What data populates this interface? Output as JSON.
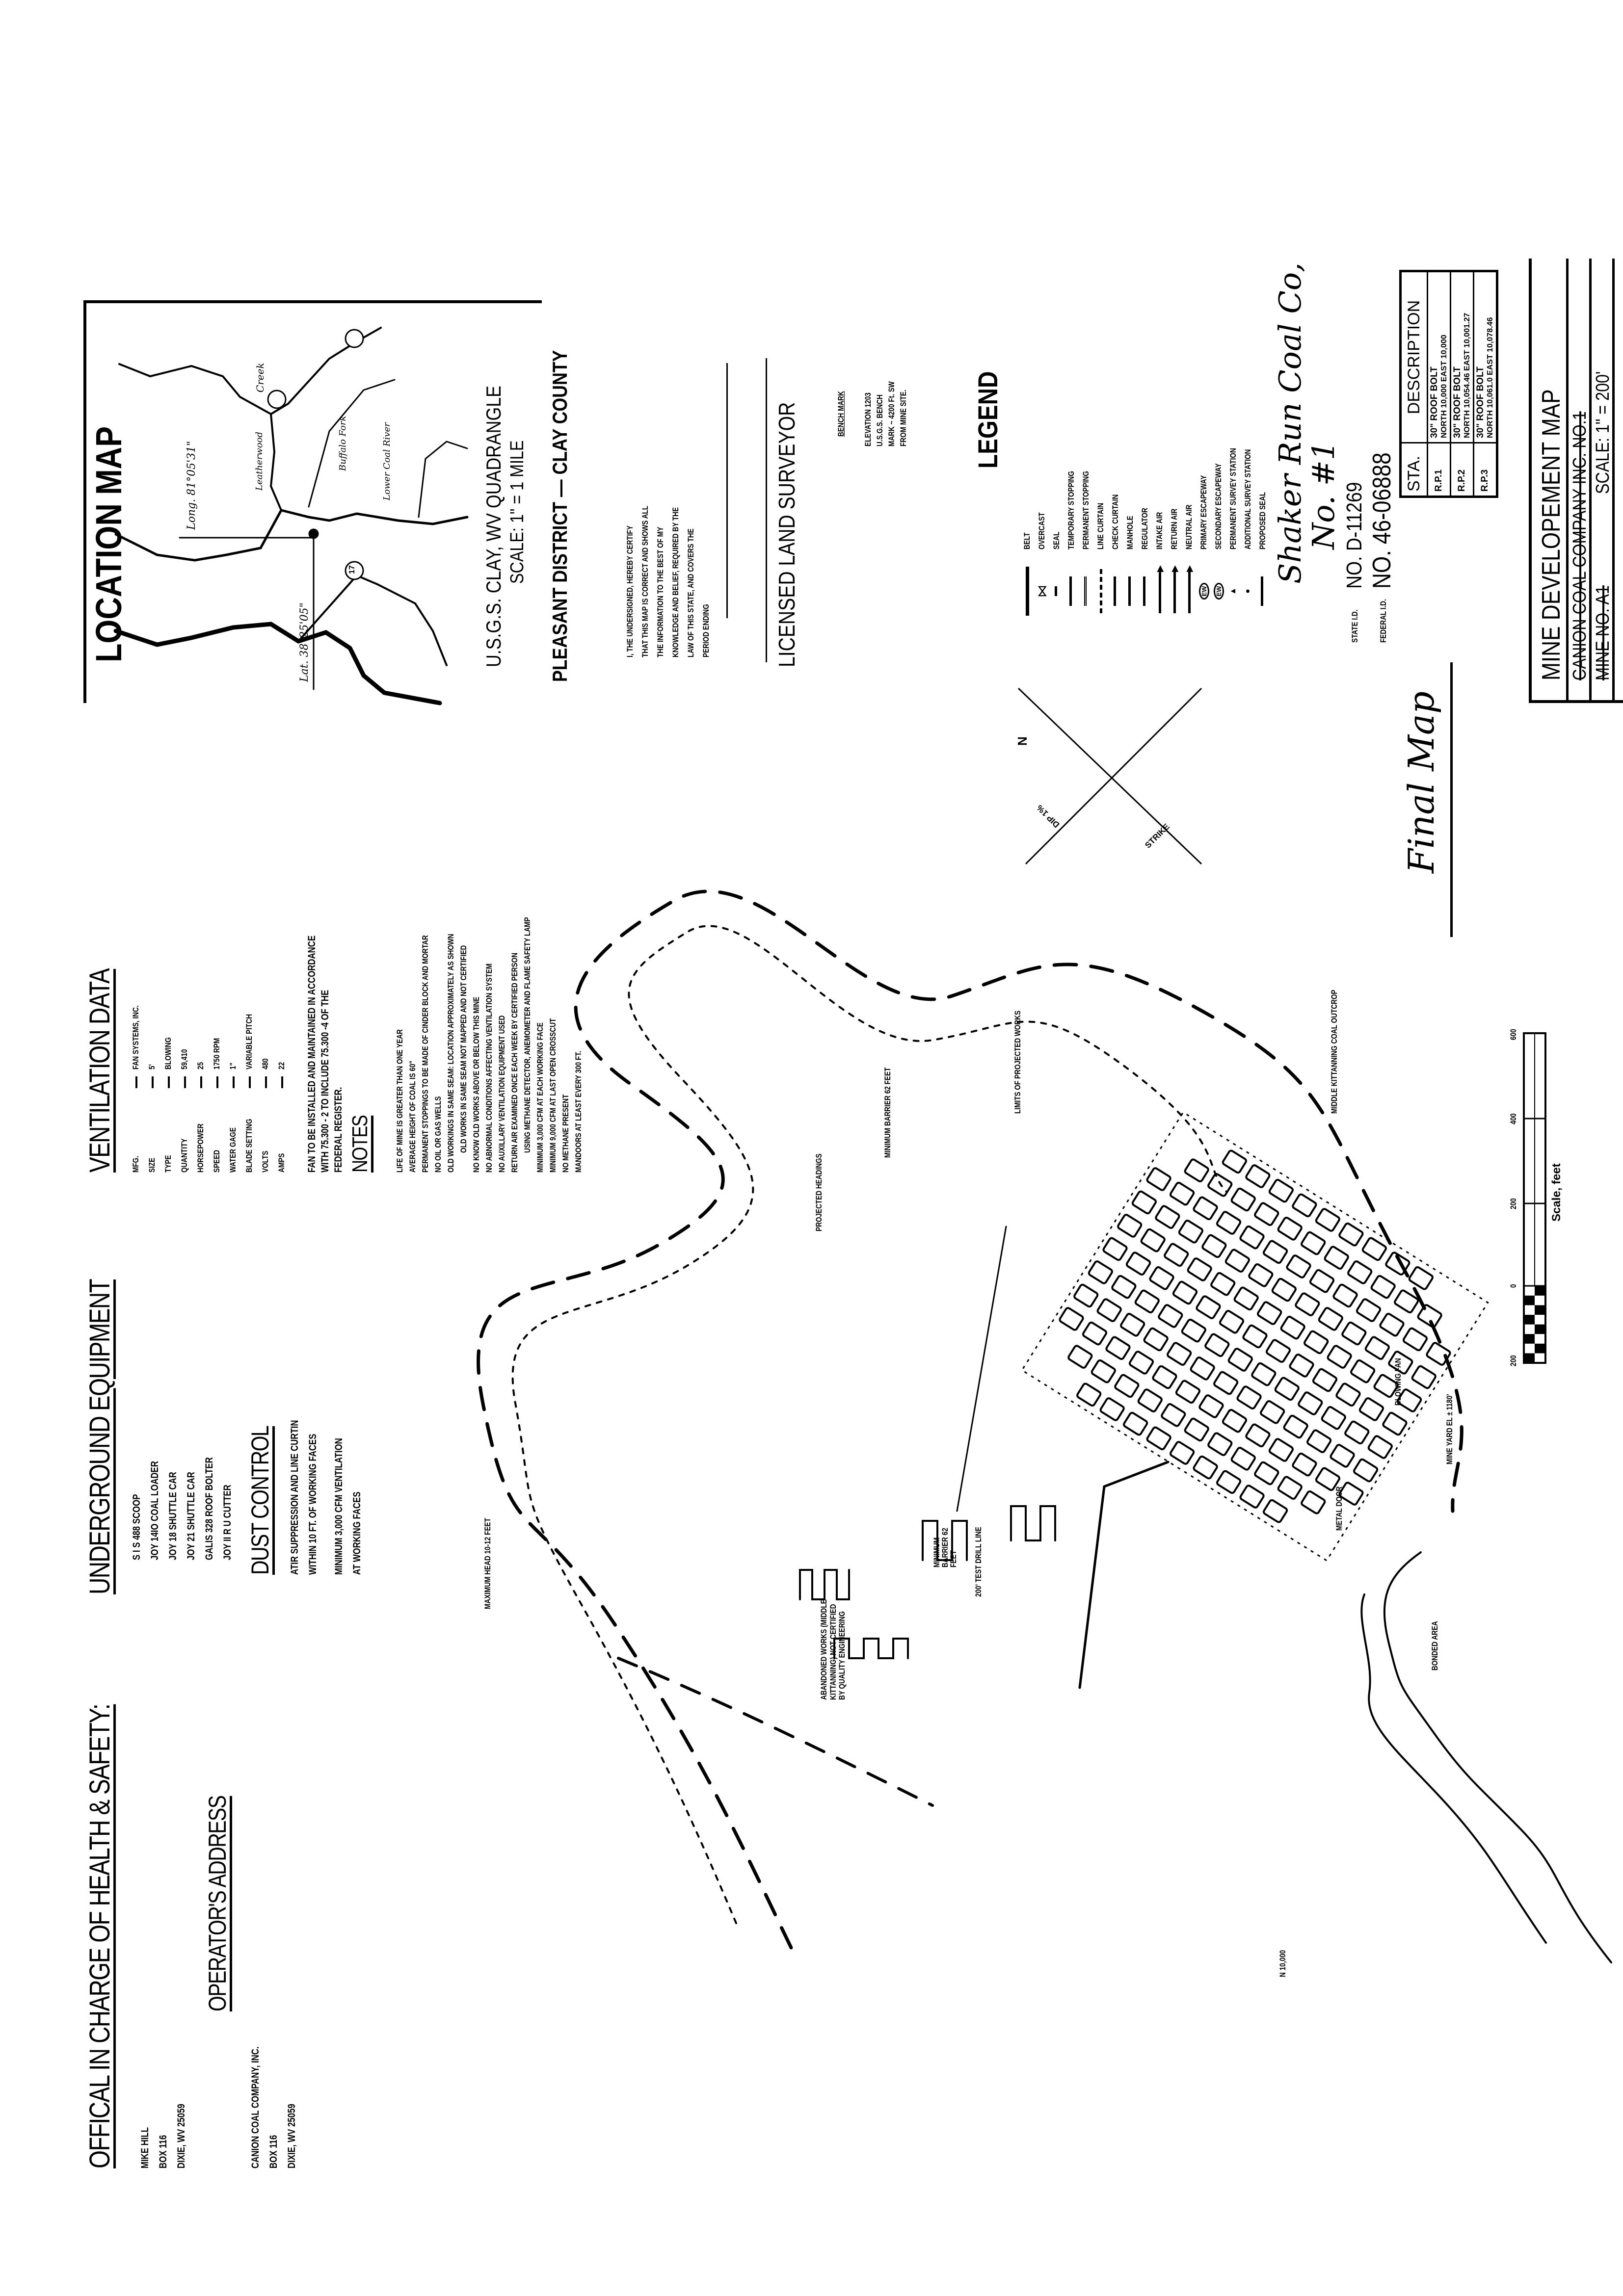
{
  "official": {
    "heading": "OFFICAL IN CHARGE OF HEALTH & SAFETY:",
    "lines": [
      "MIKE HILL",
      "BOX 116",
      "DIXIE, WV 25059"
    ]
  },
  "operator": {
    "heading": "OPERATOR'S ADDRESS",
    "lines": [
      "CANION COAL COMPANY, INC.",
      "BOX 116",
      "DIXIE, WV 25059"
    ]
  },
  "equipment": {
    "heading": "UNDERGROUND EQUIPMENT",
    "items": [
      "S I S 488 SCOOP",
      "JOY 14IO COAL LOADER",
      "JOY 18 SHUTTLE CAR",
      "JOY 21 SHUTTLE CAR",
      "GALIS 328 ROOF BOLTER",
      "JOY II R U CUTTER"
    ]
  },
  "dust_control": {
    "heading": "DUST CONTROL",
    "lines": [
      "ATIR SUPPRESSION AND LINE CURTIN",
      "WITHIN 10 FT. OF WORKING FACES",
      "MINIMUM 3,000 CFM VENTILATION",
      "AT WORKING FACES"
    ]
  },
  "ventilation": {
    "heading": "VENTILATION DATA",
    "rows": [
      {
        "label": "MFG.",
        "value": "FAN SYSTEMS, INC."
      },
      {
        "label": "SIZE",
        "value": "5'"
      },
      {
        "label": "TYPE",
        "value": "BLOWING"
      },
      {
        "label": "QUANTITY",
        "value": "59,410"
      },
      {
        "label": "HORSEPOWER",
        "value": "25"
      },
      {
        "label": "SPEED",
        "value": "1750 RPM"
      },
      {
        "label": "WATER GAGE",
        "value": "1\""
      },
      {
        "label": "BLADE SETTING",
        "value": "VARIABLE PITCH"
      },
      {
        "label": "VOLTS",
        "value": "480"
      },
      {
        "label": "AMPS",
        "value": "22"
      }
    ],
    "fan_note": [
      "FAN TO BE INSTALLED AND MAINTAINED IN ACCORDANCE",
      "WITH 75.300 - 2 TO INCLUDE 75.300 -4 OF THE",
      "FEDERAL REGISTER."
    ]
  },
  "notes": {
    "heading": "NOTES",
    "lines": [
      "LIFE OF MINE IS GREATER THAN ONE YEAR",
      "AVERAGE HEIGHT OF COAL IS 60\"",
      "PERMANENT STOPPINGS TO BE MADE OF CINDER BLOCK AND MORTAR",
      "NO OIL OR GAS WELLS",
      "OLD WORKINGS IN SAME SEAM: LOCATION APPROXIMATELY AS SHOWN",
      "OLD WORKS IN SAME SEAM NOT MAPPED AND NOT CERTIFIED",
      "NO KNOW OLD WORKS ABOVE OR BELOW THIS MINE",
      "NO ABNORMAL CONDITIONS AFFECTING VENTILATION SYSTEM",
      "NO AUXILLARY VENTILATION EQUIPMENT USED",
      "RETURN AIR EXAMINED ONCE EACH WEEK BY CERTIFIED PERSON",
      "USING METHANE DETECTOR, ANEMOMETER AND FLAME SAFETY LAMP",
      "MINIMUM 3,000 CFM AT EACH WORKING FACE",
      "MINIMUM 9,000 CFM AT LAST OPEN CROSSCUT",
      "NO METHANE PRESENT",
      "MANDOORS AT LEAST EVERY 300 FT."
    ]
  },
  "location_map": {
    "heading": "LOCATION MAP",
    "longitude": "Long. 81°05'31\"",
    "latitude": "Lat. 38°25'05\"",
    "route": "17",
    "creeks": [
      "Creek",
      "Leatherwood",
      "Buffalo Fork",
      "Lower Coal River"
    ],
    "quadrangle": "U.S.G.S. CLAY, WV QUADRANGLE",
    "scale": "SCALE: 1\" = 1 MILE",
    "district": "PLEASANT DISTRICT — CLAY COUNTY"
  },
  "certification": {
    "lines": [
      "I, THE UNDERSIGNED, HEREBY CERTIFY",
      "THAT THIS MAP IS CORRECT AND SHOWS ALL",
      "THE INFORMATION TO THE BEST OF MY",
      "KNOWLEDGE AND BELIEF, REQUIRED BY THE",
      "LAW OF THIS STATE, AND COVERS THE",
      "PERIOD ENDING"
    ],
    "surveyor": "LICENSED LAND SURVEYOR"
  },
  "bench_mark": {
    "heading": "BENCH MARK",
    "lines": [
      "ELEVATION 1203",
      "U.S.G.S. BENCH",
      "MARK ~ 4200 Ft. SW",
      "FROM MINE SITE."
    ]
  },
  "legend": {
    "heading": "LEGEND",
    "items": [
      {
        "label": "BELT",
        "icon": "belt-icon"
      },
      {
        "label": "OVERCAST",
        "icon": "overcast-icon"
      },
      {
        "label": "SEAL",
        "icon": "seal-icon"
      },
      {
        "label": "TEMPORARY STOPPING",
        "icon": "temporary-stopping-icon"
      },
      {
        "label": "PERMANENT STOPPING",
        "icon": "permanent-stopping-icon"
      },
      {
        "label": "LINE CURTAIN",
        "icon": "line-curtain-icon"
      },
      {
        "label": "CHECK CURTAIN",
        "icon": "check-curtain-icon"
      },
      {
        "label": "MANHOLE",
        "icon": "manhole-icon"
      },
      {
        "label": "REGULATOR",
        "icon": "regulator-icon"
      },
      {
        "label": "INTAKE AIR",
        "icon": "intake-air-arrow-icon"
      },
      {
        "label": "RETURN AIR",
        "icon": "return-air-arrow-icon"
      },
      {
        "label": "NEUTRAL AIR",
        "icon": "neutral-air-arrow-icon"
      },
      {
        "label": "PRIMARY ESCAPEWAY",
        "icon": "primary-escapeway-icon",
        "symbol": "EW"
      },
      {
        "label": "SECONDARY ESCAPEWAY",
        "icon": "secondary-escapeway-icon",
        "symbol": "EW"
      },
      {
        "label": "PERMANENT SURVEY STATION",
        "icon": "survey-triangle-icon"
      },
      {
        "label": "ADDITIONAL SURVEY STATION",
        "icon": "survey-dot-icon"
      },
      {
        "label": "PROPOSED SEAL",
        "icon": "proposed-seal-icon"
      }
    ]
  },
  "compass": {
    "north": "N",
    "dip": "DIP 1%",
    "strike": "STRIKE"
  },
  "handwritten": {
    "company": "Shaker Run Coal Co,",
    "mine": "No. #1",
    "final": "Final Map"
  },
  "ids": {
    "state_label": "STATE I.D.",
    "state_value": "NO. D-11269",
    "federal_label": "FEDERAL I.D.",
    "federal_value": "NO. 46-06888"
  },
  "stations": {
    "headers": [
      "STA.",
      "DESCRIPTION"
    ],
    "rows": [
      {
        "sta": "R.P.1",
        "desc": "30\" ROOF BOLT",
        "coords": "NORTH 10,000 EAST 10,000"
      },
      {
        "sta": "R.P.2",
        "desc": "30\" ROOF BOLT",
        "coords": "NORTH 10,054.46 EAST 10,001.27"
      },
      {
        "sta": "R.P.3",
        "desc": "30\" ROOF BOLT",
        "coords": "NORTH 10,061.0 EAST 10,078.46"
      }
    ]
  },
  "title_block": {
    "title": "MINE DEVELOPEMENT MAP",
    "company": "CANION COAL COMPANY INC. NO.1",
    "mine_no": "MINE NO. A1",
    "scale": "SCALE: 1\" = 200'"
  },
  "map_labels": {
    "projected_headings": "PROJECTED HEADINGS",
    "barrier_1": "MINIMUM BARRIER 62 FEET",
    "limits": "LIMITS OF PROJECTED WORKS",
    "outcrop": "MIDDLE KITTANNING COAL OUTCROP",
    "blowing_fan": "BLOWING FAN",
    "mine_yard": "MINE YARD EL ± 1180'",
    "metal_door": "METAL DOOR",
    "bonded": "BONDED AREA",
    "drill_line": "200' TEST DRILL LINE",
    "barrier_2": "MINIMUM BARRIER 62 FEET",
    "abandoned": "ABANDONED WORKS (MIDDLE KITTANNING) NOT CERTIFIED BY QUALITY ENGINEERING",
    "max_head": "MAXIMUM HEAD 10-12 FEET",
    "grid_north": "N 10,000"
  },
  "scale_bar": {
    "ticks": [
      "200",
      "0",
      "200",
      "400",
      "600"
    ],
    "label": "Scale, feet"
  }
}
